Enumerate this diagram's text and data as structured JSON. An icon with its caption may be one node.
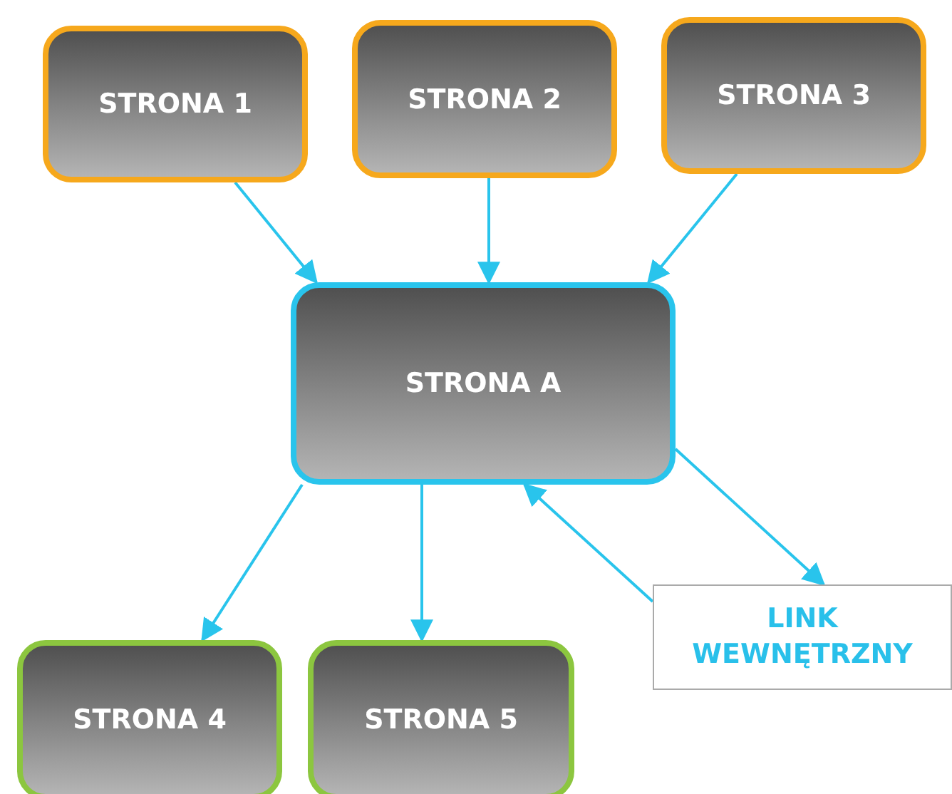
{
  "diagram": {
    "nodes": [
      {
        "text": [
          "STRONA 1"
        ]
      },
      {
        "text": [
          "STRONA 2"
        ]
      },
      {
        "text": [
          "STRONA 3"
        ]
      },
      {
        "text": [
          "STRONA A"
        ]
      },
      {
        "text": [
          "STRONA 4"
        ]
      },
      {
        "text": [
          "STRONA 5"
        ]
      },
      {
        "text": [
          "LINK WEWNĘTRZNY"
        ]
      }
    ],
    "edges": [
      {
        "from": 0,
        "to": 3,
        "arrow": "to"
      },
      {
        "from": 1,
        "to": 3,
        "arrow": "to"
      },
      {
        "from": 2,
        "to": 3,
        "arrow": "to"
      },
      {
        "from": 3,
        "to": 4,
        "arrow": "to"
      },
      {
        "from": 3,
        "to": 5,
        "arrow": "to"
      },
      {
        "from": 3,
        "to": 6,
        "arrow": "to"
      },
      {
        "from": 6,
        "to": 3,
        "arrow": "to"
      }
    ]
  }
}
